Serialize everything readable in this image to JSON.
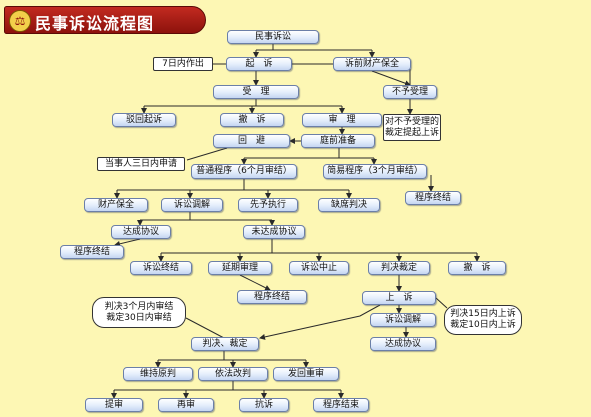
{
  "title": "民事诉讼流程图",
  "emblem": "⚖",
  "nodes": {
    "civil_litigation": "民事诉讼",
    "sue": "起　诉",
    "pre_litigation_preservation": "诉前财产保全",
    "accept": "受　理",
    "not_accept": "不予受理",
    "not_accept_appeal_1": "对不予受理的",
    "not_accept_appeal_2": "裁定提起上诉",
    "reject_sue": "驳回起诉",
    "withdraw": "撤　诉",
    "review": "审　理",
    "pretrial_prep": "庭前准备",
    "recusal": "回　避",
    "ordinary_procedure": "普通程序（6个月审结）",
    "simplified_procedure": "简易程序（3个月审结）",
    "property_preservation": "财产保全",
    "mediation": "诉讼调解",
    "advance_execution": "先予执行",
    "default_judgment": "缺席判决",
    "procedure_end_right": "程序终结",
    "agreement_reached": "达成协议",
    "no_agreement": "未达成协议",
    "procedure_end_left": "程序终结",
    "litigation_end": "诉讼终结",
    "extended_trial": "延期审理",
    "suspension": "诉讼中止",
    "judgment_ruling_mid": "判决裁定",
    "withdraw_2": "撤　诉",
    "procedure_end_mid": "程序终结",
    "appeal": "上　诉",
    "appeal_mediation": "诉讼调解",
    "agreement_reached_2": "达成协议",
    "judgment_ruling": "判决、裁定",
    "uphold": "维持原判",
    "amend": "依法改判",
    "remand": "发回重审",
    "retrial_petition": "提审",
    "retrial": "再审",
    "protest": "抗诉",
    "procedure_close": "程序结束"
  },
  "notes": {
    "seven_days": "7日内作出",
    "three_days": "当事人三日内申请",
    "judge_3m_1": "判决3个月内审结",
    "judge_3m_2": "裁定30日内审结",
    "appeal_deadline_1": "判决15日内上诉",
    "appeal_deadline_2": "裁定10日内上诉"
  }
}
